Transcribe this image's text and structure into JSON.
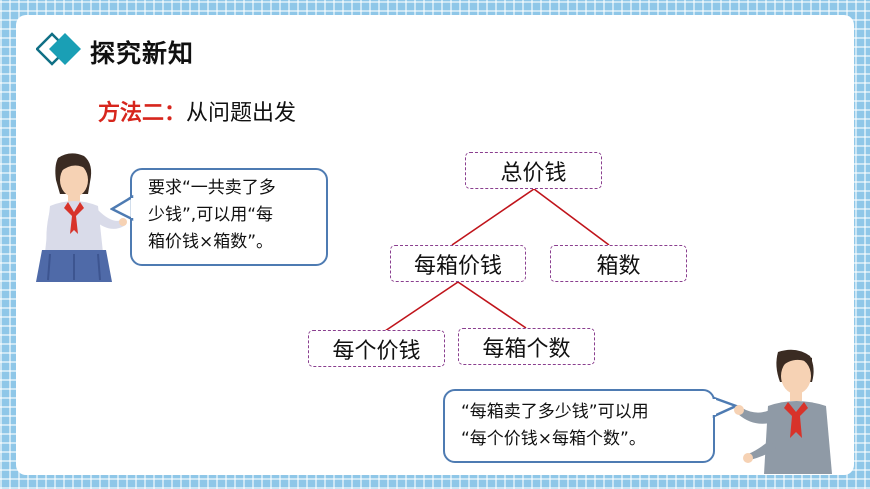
{
  "header": {
    "title": "探究新知",
    "icon": "diamond-icon",
    "colors": {
      "accent": "#1a9fb5",
      "dark": "#0f6f85"
    }
  },
  "method": {
    "label": "方法二：",
    "text": "从问题出发"
  },
  "tree": {
    "root": "总价钱",
    "level2": {
      "left": "每箱价钱",
      "right": "箱数"
    },
    "level3": {
      "left": "每个价钱",
      "right": "每箱个数"
    },
    "line_color": "#c0141b",
    "box_border_color": "#8a3f8f"
  },
  "bubble_girl": {
    "lines": [
      "要求“一共卖了多",
      "少钱”,可以用“每",
      "箱价钱×箱数”。"
    ]
  },
  "bubble_boy": {
    "lines": [
      "“每箱卖了多少钱”可以用",
      "“每个价钱×每箱个数”。"
    ]
  },
  "figures": {
    "girl": "girl-illustration",
    "boy": "boy-illustration"
  }
}
